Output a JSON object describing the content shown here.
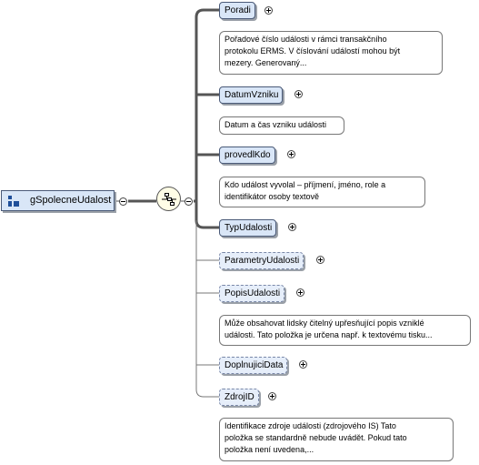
{
  "group": {
    "label": "gSpolecneUdalost"
  },
  "elements": [
    {
      "name": "Poradi",
      "optional": false,
      "doc": [
        "Pořadové číslo události v rámci transakčního",
        "protokolu ERMS. V číslování událostí mohou být",
        "mezery. Generovaný..."
      ]
    },
    {
      "name": "DatumVzniku",
      "optional": false,
      "doc": [
        "Datum a čas vzniku události"
      ]
    },
    {
      "name": "provedlKdo",
      "optional": false,
      "doc": [
        "Kdo událost vyvolal – příjmení, jméno, role a",
        "identifikátor osoby textově"
      ]
    },
    {
      "name": "TypUdalosti",
      "optional": false,
      "doc": []
    },
    {
      "name": "ParametryUdalosti",
      "optional": true,
      "doc": []
    },
    {
      "name": "PopisUdalosti",
      "optional": true,
      "doc": [
        "Může obsahovat lidsky čitelný upřesňující popis vzniklé",
        "události. Tato položka je určena např. k textovému tisku..."
      ]
    },
    {
      "name": "DoplnujiciData",
      "optional": true,
      "doc": []
    },
    {
      "name": "ZdrojID",
      "optional": true,
      "doc": [
        "Identifikace zdroje události (zdrojového IS) Tato",
        "položka se standardně nebude uvádět. Pokud tato",
        "položka není uvedena,..."
      ]
    }
  ]
}
